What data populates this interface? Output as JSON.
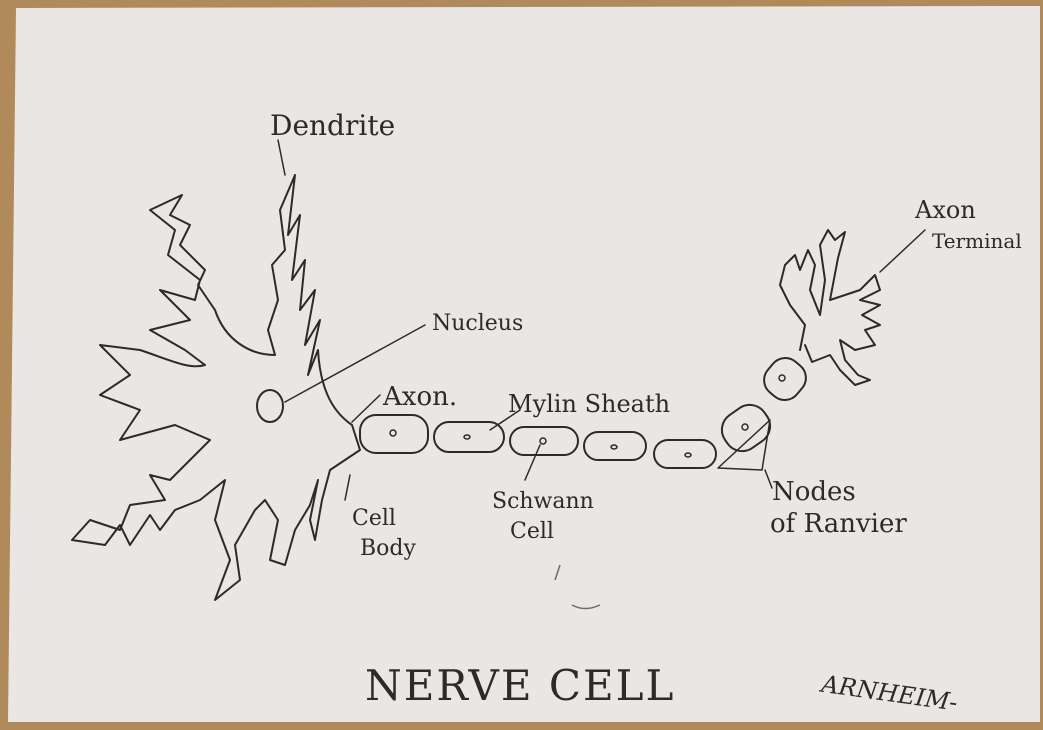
{
  "diagram": {
    "title": "NERVE CELL",
    "signature": "ARNHEIM-",
    "colors": {
      "paper": "#e9e6e3",
      "ink": "#2b2b2b",
      "wood": "#b08a5a"
    },
    "labels": {
      "dendrite": "Dendrite",
      "nucleus": "Nucleus",
      "axon": "Axon.",
      "myelin_sheath": "Mylin Sheath",
      "axon_terminal_line1": "Axon",
      "axon_terminal_line2": "Terminal",
      "cell_body_line1": "Cell",
      "cell_body_line2": "Body",
      "schwann_line1": "Schwann",
      "schwann_line2": "Cell",
      "nodes_line1": "Nodes",
      "nodes_line2": "of Ranvier"
    }
  }
}
